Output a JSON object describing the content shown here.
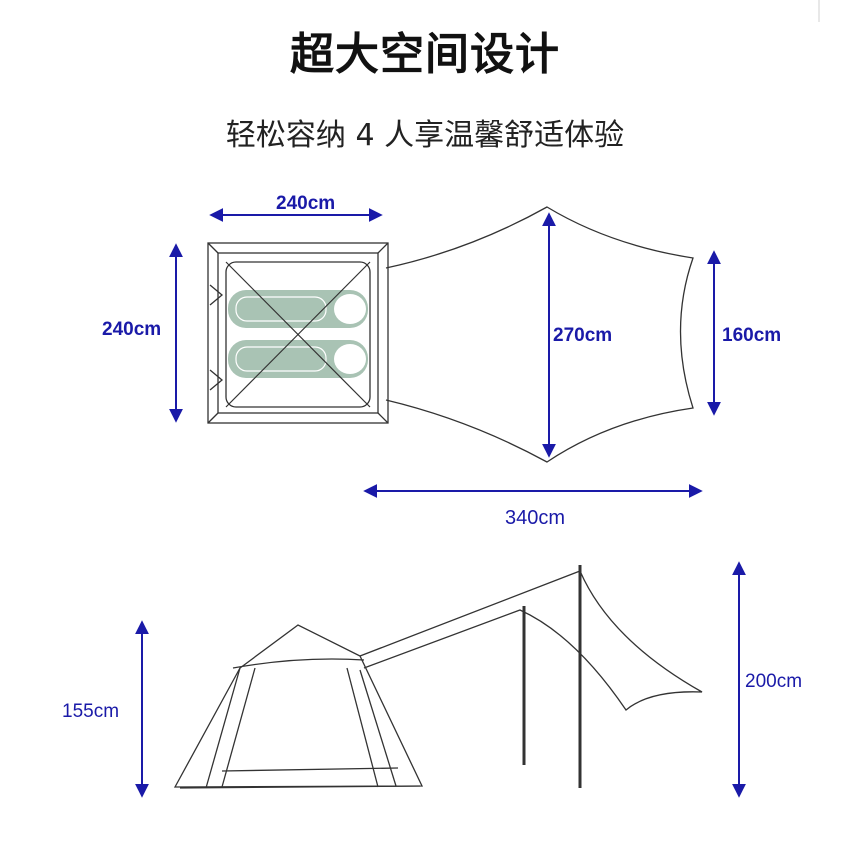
{
  "title": "超大空间设计",
  "subtitle": "轻松容纳 4 人享温馨舒适体验",
  "dimensions": {
    "top_width": "240cm",
    "left_height": "240cm",
    "middle_height": "270cm",
    "right_height": "160cm",
    "bottom_length": "340cm",
    "tent_height": "155cm",
    "pole_height": "200cm"
  },
  "colors": {
    "dimension": "#1a1aa8",
    "outline": "#333333",
    "mat": "#a9c3b4"
  }
}
